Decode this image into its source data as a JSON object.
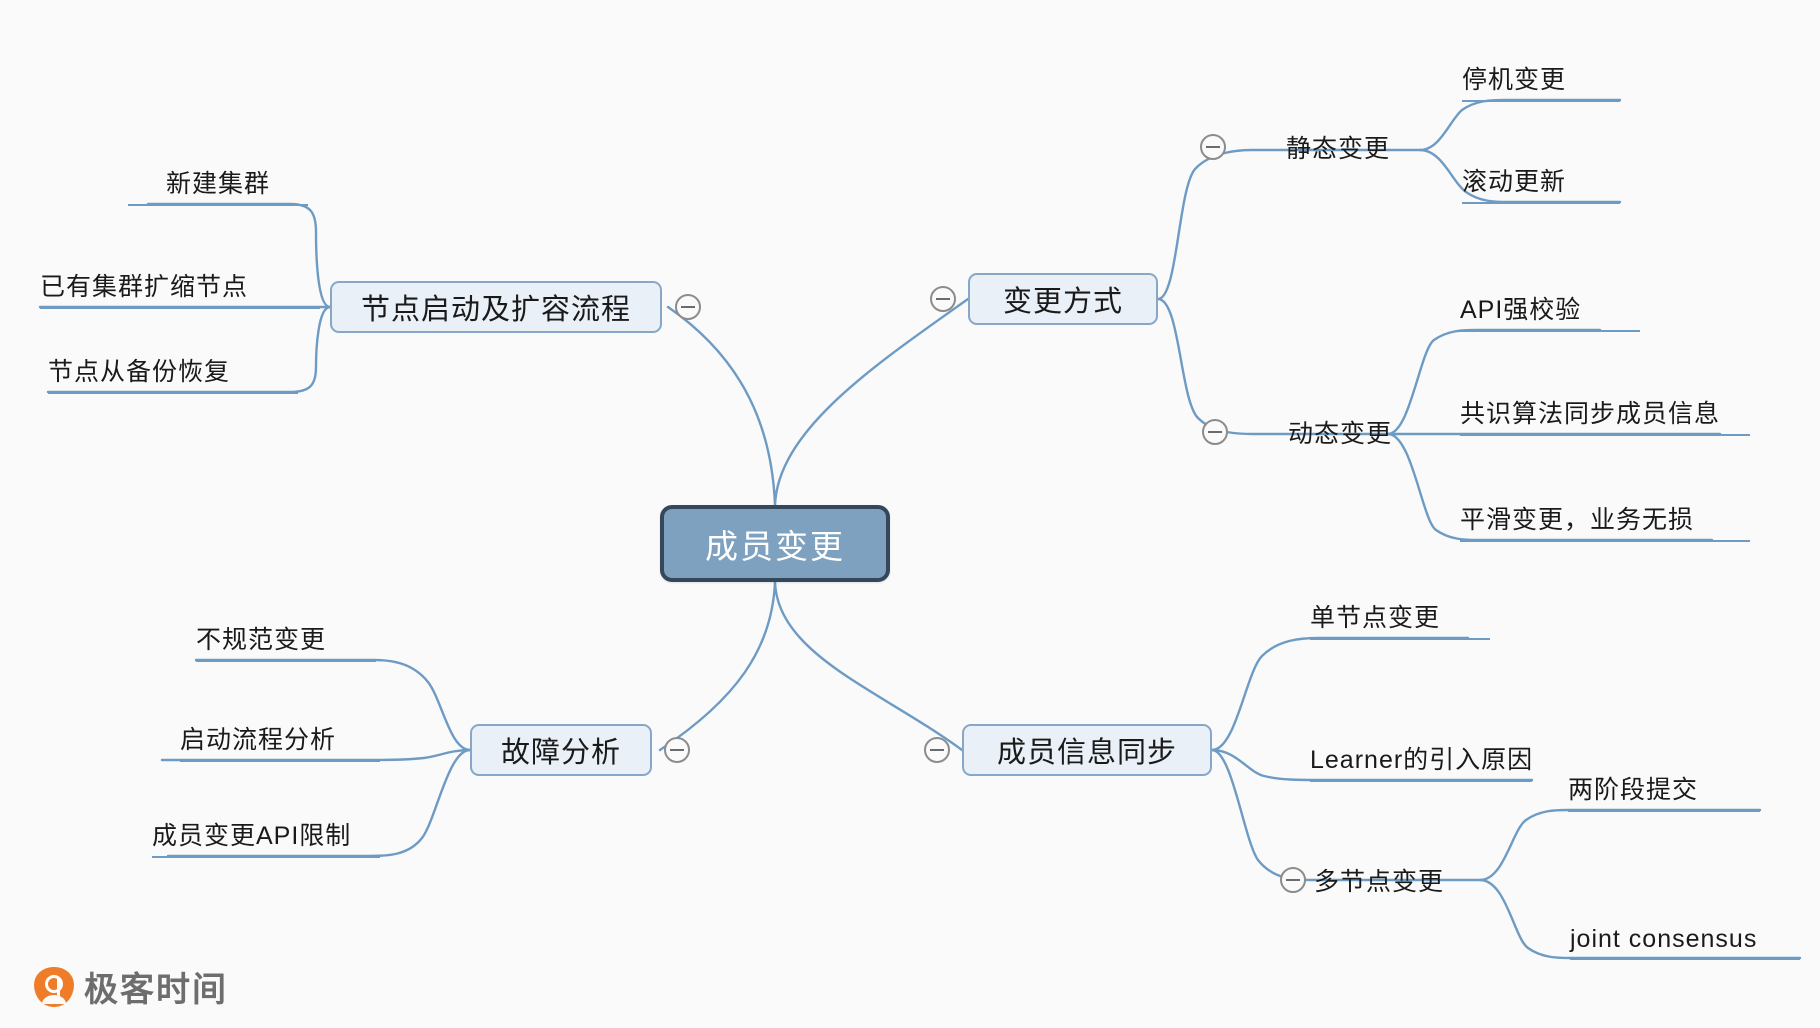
{
  "meta": {
    "background_color": "#fafafa",
    "link_color": "#6d9bc3",
    "root_fill": "#7da1bf",
    "root_border": "#35475a",
    "branch_fill": "#eaf0f7",
    "branch_border": "#86a8c6",
    "toggle_color": "#8c8c8c"
  },
  "root": {
    "label": "成员变更"
  },
  "branches": [
    {
      "id": "node-startup",
      "label": "节点启动及扩容流程",
      "side": "left",
      "collapse_icon": "minus-circle-icon",
      "children": [
        {
          "label": "新建集群"
        },
        {
          "label": "已有集群扩缩节点"
        },
        {
          "label": "节点从备份恢复"
        }
      ]
    },
    {
      "id": "node-change-method",
      "label": "变更方式",
      "side": "right",
      "collapse_icon": "minus-circle-icon",
      "children": [
        {
          "label": "静态变更",
          "collapse_icon": "minus-circle-icon",
          "children": [
            {
              "label": "停机变更"
            },
            {
              "label": "滚动更新"
            }
          ]
        },
        {
          "label": "动态变更",
          "collapse_icon": "minus-circle-icon",
          "children": [
            {
              "label": "API强校验"
            },
            {
              "label": "共识算法同步成员信息"
            },
            {
              "label": "平滑变更，业务无损"
            }
          ]
        }
      ]
    },
    {
      "id": "node-fault-analysis",
      "label": "故障分析",
      "side": "left",
      "collapse_icon": "minus-circle-icon",
      "children": [
        {
          "label": "不规范变更"
        },
        {
          "label": "启动流程分析"
        },
        {
          "label": "成员变更API限制"
        }
      ]
    },
    {
      "id": "node-member-sync",
      "label": "成员信息同步",
      "side": "right",
      "collapse_icon": "minus-circle-icon",
      "children": [
        {
          "label": "单节点变更"
        },
        {
          "label": "Learner的引入原因"
        },
        {
          "label": "多节点变更",
          "collapse_icon": "minus-circle-icon",
          "children": [
            {
              "label": "两阶段提交"
            },
            {
              "label": "joint consensus"
            }
          ]
        }
      ]
    }
  ],
  "logo": {
    "wordmark": "极客时间",
    "mark_icon": "geektime-drop-icon"
  }
}
